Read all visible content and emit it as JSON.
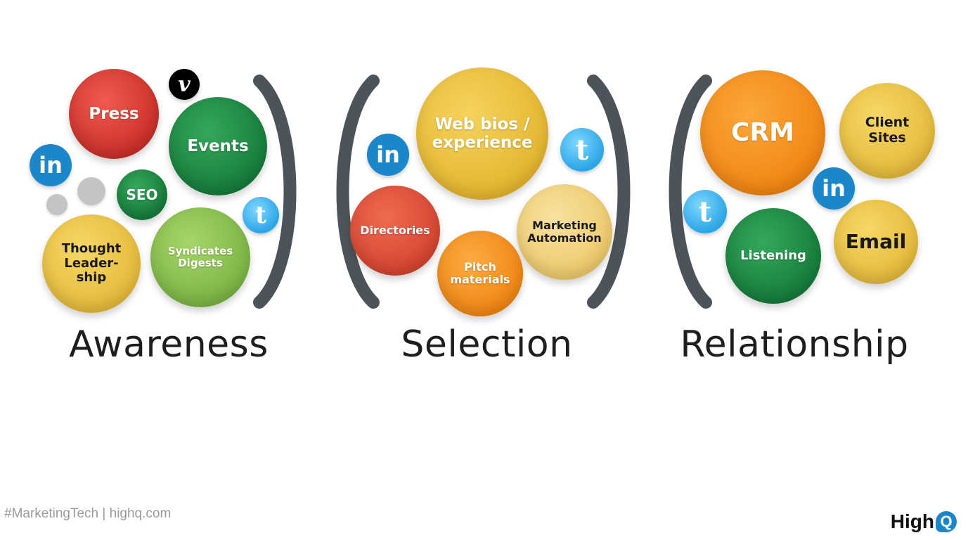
{
  "groups": {
    "awareness": {
      "label": "Awareness",
      "bubbles": {
        "press": "Press",
        "events": "Events",
        "seo": "SEO",
        "thought_leadership": "Thought\nLeader-\nship",
        "syndicates_digests": "Syndicates\nDigests"
      }
    },
    "selection": {
      "label": "Selection",
      "bubbles": {
        "web_bios": "Web bios /\nexperience",
        "directories": "Directories",
        "pitch_materials": "Pitch\nmaterials",
        "marketing_automation": "Marketing\nAutomation"
      }
    },
    "relationship": {
      "label": "Relationship",
      "bubbles": {
        "crm": "CRM",
        "client_sites": "Client\nSites",
        "listening": "Listening",
        "email": "Email"
      }
    }
  },
  "icons": {
    "linkedin": "in",
    "twitter": "t",
    "vimeo": "v"
  },
  "footer": {
    "hashtag": "#MarketingTech",
    "separator": "|",
    "site": "highq.com"
  },
  "logo": {
    "text": "High",
    "q": "Q"
  },
  "colors": {
    "red": "#d63a34",
    "green": "#1e8a46",
    "light_green": "#8cc152",
    "yellow": "#eec643",
    "orange": "#f7941e",
    "red_orange": "#e2513a",
    "pale_yellow": "#f1d178",
    "bracket": "#4d5459"
  }
}
